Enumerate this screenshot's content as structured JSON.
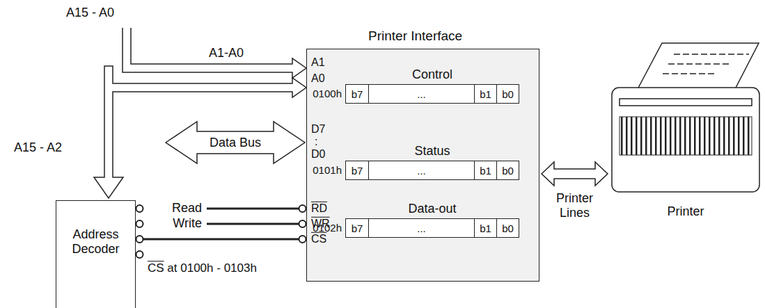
{
  "diagram": {
    "nodes": [
      {
        "text": [
          "Printer Interface"
        ]
      },
      {
        "text": [
          "Control",
          "0100h"
        ],
        "in": 0
      },
      {
        "text": [
          "Status",
          "0101h"
        ],
        "in": 0
      },
      {
        "text": [
          "Data-out",
          "0102h"
        ],
        "in": 0
      },
      {
        "text": [
          "Address Decoder"
        ]
      },
      {
        "text": [
          "Printer"
        ]
      }
    ],
    "edges": [
      {
        "from": 4,
        "to": 0,
        "arrow": "none"
      },
      {
        "from": 0,
        "to": 5,
        "arrow": "both",
        "label": "Printer Lines"
      }
    ],
    "labels": [
      "A15 - A0",
      "A1-A0",
      "A15 - A2",
      "A1",
      "A0",
      "D7",
      ":",
      "D0",
      "RD",
      "WR",
      "CS",
      "Data Bus",
      "Read",
      "Write",
      "CS at 0100h - 0103h",
      "b7",
      "...",
      "b1",
      "b0",
      "b7",
      "...",
      "b1",
      "b0",
      "b7",
      "...",
      "b1",
      "b0"
    ]
  }
}
